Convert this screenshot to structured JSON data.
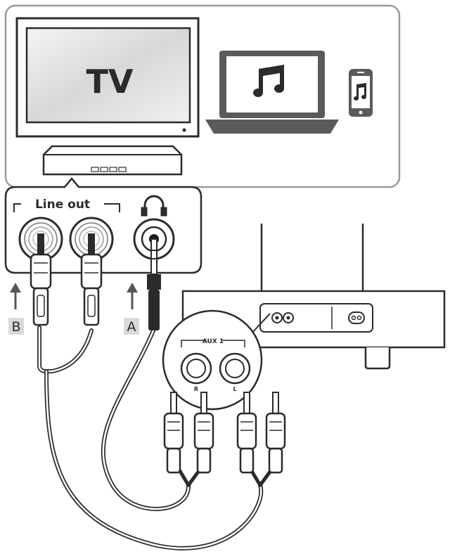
{
  "labels": {
    "tv": "TV",
    "line_out": "Line out",
    "aux": "AUX 1",
    "aux_right": "R",
    "aux_left": "L",
    "cable_b": "B",
    "cable_a": "A"
  },
  "colors": {
    "stroke": "#2b2b2b",
    "panel_border": "#9a9a9a",
    "device_fill": "#5a5a5a",
    "label_box": "#d9d9d9"
  },
  "icons": [
    "music-note-icon",
    "music-note-icon",
    "headphones-icon",
    "arrow-up-icon"
  ]
}
